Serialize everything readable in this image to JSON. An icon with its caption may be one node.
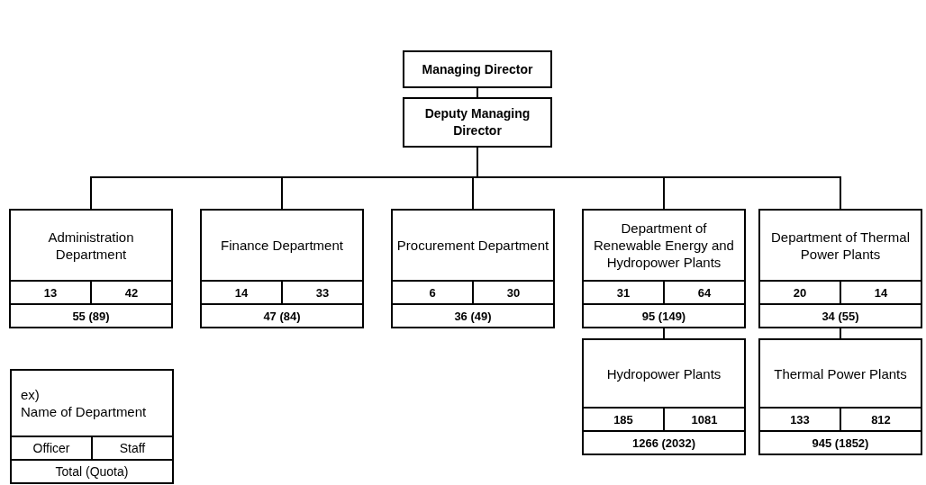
{
  "diagram": {
    "nodes": [
      {
        "text": [
          "Managing Director"
        ]
      },
      {
        "text": [
          "Deputy Managing Director"
        ]
      },
      {
        "text": [
          "Administration Department",
          "13",
          "42",
          "55 (89)"
        ]
      },
      {
        "text": [
          "Finance Department",
          "14",
          "33",
          "47 (84)"
        ]
      },
      {
        "text": [
          "Procurement Department",
          "6",
          "30",
          "36 (49)"
        ]
      },
      {
        "text": [
          "Department of Renewable Energy and Hydropower Plants",
          "31",
          "64",
          "95 (149)"
        ]
      },
      {
        "text": [
          "Department of Thermal Power Plants",
          "20",
          "14",
          "34 (55)"
        ]
      },
      {
        "text": [
          "Hydropower Plants",
          "185",
          "1081",
          "1266 (2032)"
        ]
      },
      {
        "text": [
          "Thermal Power Plants",
          "133",
          "812",
          "945 (1852)"
        ]
      },
      {
        "text": [
          "ex)",
          "Name of Department",
          "Officer",
          "Staff",
          "Total (Quota)"
        ]
      }
    ],
    "edges": [
      {
        "from": 0,
        "to": 1,
        "arrow": "none"
      },
      {
        "from": 1,
        "to": 2,
        "arrow": "none"
      },
      {
        "from": 1,
        "to": 3,
        "arrow": "none"
      },
      {
        "from": 1,
        "to": 4,
        "arrow": "none"
      },
      {
        "from": 1,
        "to": 5,
        "arrow": "none"
      },
      {
        "from": 1,
        "to": 6,
        "arrow": "none"
      },
      {
        "from": 5,
        "to": 7,
        "arrow": "none"
      },
      {
        "from": 6,
        "to": 8,
        "arrow": "none"
      }
    ]
  }
}
